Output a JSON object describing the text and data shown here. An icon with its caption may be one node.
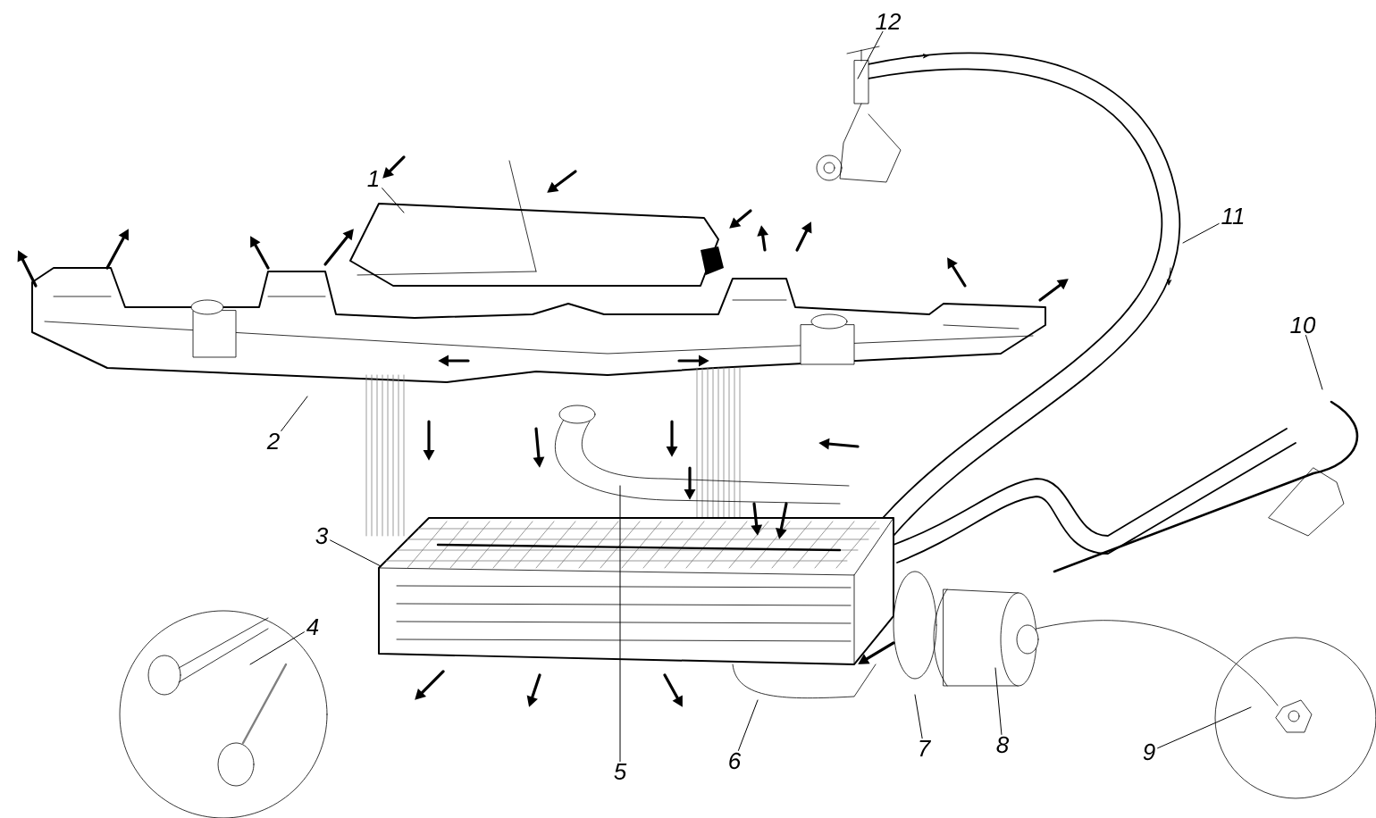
{
  "diagram": {
    "nodes": [
      {
        "text": [
          "1"
        ]
      },
      {
        "text": [
          "2"
        ]
      },
      {
        "text": [
          "3"
        ]
      },
      {
        "text": [
          "4"
        ]
      },
      {
        "text": [
          "5"
        ]
      },
      {
        "text": [
          "6"
        ]
      },
      {
        "text": [
          "7"
        ]
      },
      {
        "text": [
          "8"
        ]
      },
      {
        "text": [
          "9"
        ]
      },
      {
        "text": [
          "10"
        ]
      },
      {
        "text": [
          "11"
        ]
      },
      {
        "text": [
          "12"
        ]
      }
    ],
    "edges": [
      {
        "from": 0,
        "to": null,
        "arrow": "none"
      },
      {
        "from": 1,
        "to": null,
        "arrow": "none"
      },
      {
        "from": 2,
        "to": null,
        "arrow": "none"
      },
      {
        "from": 3,
        "to": null,
        "arrow": "none"
      },
      {
        "from": 4,
        "to": null,
        "arrow": "none"
      },
      {
        "from": 5,
        "to": null,
        "arrow": "none"
      },
      {
        "from": 6,
        "to": null,
        "arrow": "none"
      },
      {
        "from": 7,
        "to": null,
        "arrow": "none"
      },
      {
        "from": 8,
        "to": null,
        "arrow": "none"
      },
      {
        "from": 9,
        "to": null,
        "arrow": "none"
      },
      {
        "from": 10,
        "to": null,
        "arrow": "none"
      },
      {
        "from": 11,
        "to": null,
        "arrow": "none"
      }
    ]
  }
}
